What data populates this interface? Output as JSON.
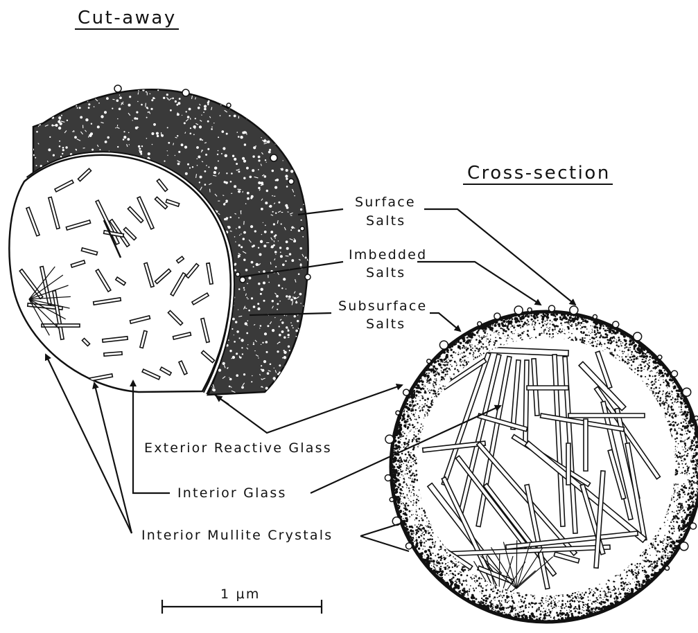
{
  "titles": {
    "cutaway": "Cut-away",
    "cross_section": "Cross-section"
  },
  "labels": {
    "surface_salts_1": "Surface",
    "surface_salts_2": "Salts",
    "imbedded_salts_1": "Imbedded",
    "imbedded_salts_2": "Salts",
    "subsurface_salts_1": "Subsurface",
    "subsurface_salts_2": "Salts",
    "exterior_reactive_glass": "Exterior Reactive Glass",
    "interior_glass": "Interior Glass",
    "interior_mullite_crystals": "Interior Mullite Crystals"
  },
  "scale_bar": {
    "label": "1 µm"
  }
}
